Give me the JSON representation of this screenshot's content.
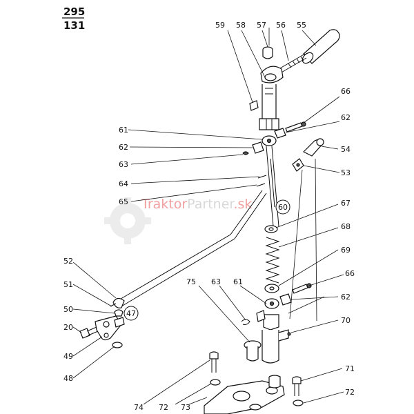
{
  "header": {
    "top": "295",
    "bottom": "131"
  },
  "watermark": {
    "part1": "Traktor",
    "part2": "Partner",
    "tld": ".sk"
  },
  "labels": {
    "l59": "59",
    "l58": "58",
    "l57": "57",
    "l56": "56",
    "l55": "55",
    "l66a": "66",
    "l62a": "62",
    "l61a": "61",
    "l62b": "62",
    "l54": "54",
    "l63a": "63",
    "l53": "53",
    "l64": "64",
    "l65": "65",
    "l60": "60",
    "l67": "67",
    "l68": "68",
    "l69": "69",
    "l52": "52",
    "l66b": "66",
    "l75": "75",
    "l63b": "63",
    "l61b": "61",
    "l51": "51",
    "l62c": "62",
    "l50": "50",
    "l47": "47",
    "l70": "70",
    "l20": "20",
    "l49": "49",
    "l48": "48",
    "l71": "71",
    "l74": "74",
    "l72a": "72",
    "l73": "73",
    "l72b": "72"
  },
  "colors": {
    "line": "#111111",
    "watermark": "#f0a0a0",
    "gear": "#e6e6e6"
  }
}
